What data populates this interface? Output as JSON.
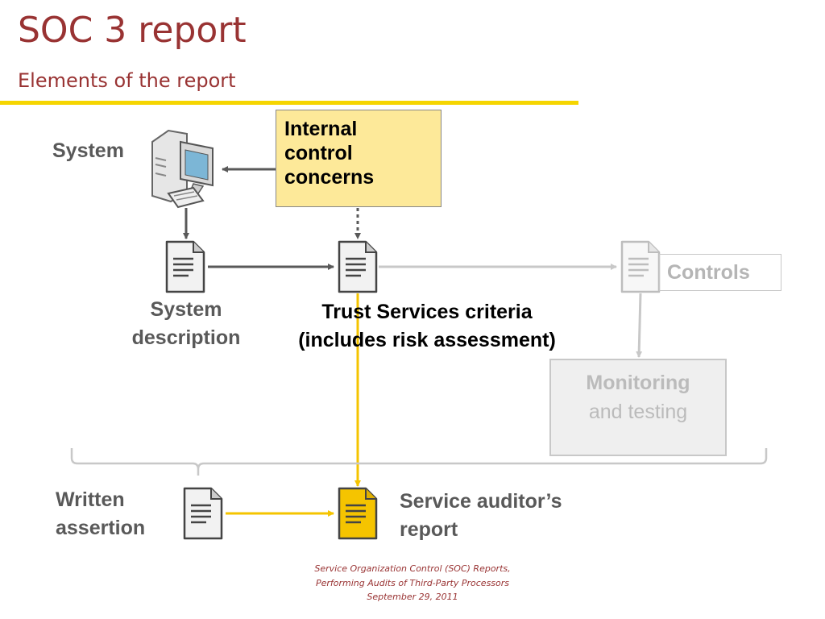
{
  "header": {
    "title": "SOC 3 report",
    "subtitle": "Elements of the report"
  },
  "diagram": {
    "concerns_label": [
      "Internal",
      "control",
      "concerns"
    ],
    "system_label": "System",
    "system_description_label": [
      "System",
      "description"
    ],
    "criteria_label": [
      "Trust Services criteria",
      "(includes risk assessment)"
    ],
    "controls_label": "Controls",
    "monitoring_label": [
      "Monitoring",
      "and testing"
    ],
    "assertion_label": [
      "Written",
      "assertion"
    ],
    "auditor_report_label": [
      "Service auditor’s",
      "report"
    ],
    "icons": [
      "computer-icon",
      "document-icon"
    ],
    "colors": {
      "accent": "#993333",
      "highlight": "#f5d500",
      "concern_fill": "#fde999",
      "dark_arrow": "#595959",
      "light_arrow": "#c8c8c8",
      "report_fill": "#f5c400"
    }
  },
  "footer": {
    "lines": [
      "Service Organization Control (SOC) Reports,",
      "Performing Audits of Third-Party Processors",
      "September 29, 2011"
    ]
  }
}
